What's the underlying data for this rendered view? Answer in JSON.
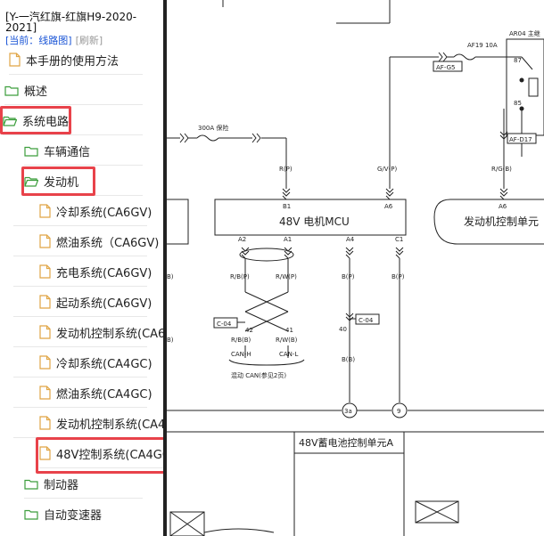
{
  "header": {
    "title": "[Y-一汽红旗-红旗H9-2020-2021]",
    "current_prefix": "[当前：",
    "current_page": "线路图",
    "current_suffix": "]",
    "refresh": "[刷新]"
  },
  "tree": [
    {
      "label": "本手册的使用方法",
      "icon": "document-icon"
    },
    {
      "label": "概述",
      "icon": "folder-icon"
    },
    {
      "label": "系统电路",
      "icon": "folder-open-icon"
    },
    {
      "label": "车辆通信",
      "icon": "folder-icon"
    },
    {
      "label": "发动机",
      "icon": "folder-open-icon"
    },
    {
      "label": "冷却系统(CA6GV)",
      "icon": "document-icon"
    },
    {
      "label": "燃油系统（CA6GV)",
      "icon": "document-icon"
    },
    {
      "label": "充电系统(CA6GV)",
      "icon": "document-icon"
    },
    {
      "label": "起动系统(CA6GV)",
      "icon": "document-icon"
    },
    {
      "label": "发动机控制系统(CA6",
      "icon": "document-icon"
    },
    {
      "label": "冷却系统(CA4GC)",
      "icon": "document-icon"
    },
    {
      "label": "燃油系统(CA4GC)",
      "icon": "document-icon"
    },
    {
      "label": "发动机控制系统(CA4",
      "icon": "document-icon"
    },
    {
      "label": "48V控制系统(CA4GC",
      "icon": "document-icon"
    },
    {
      "label": "制动器",
      "icon": "folder-icon"
    },
    {
      "label": "自动变速器",
      "icon": "folder-icon"
    }
  ],
  "diagram": {
    "mcu_label": "48V 电机MCU",
    "ecu_label": "发动机控制单元",
    "battery_label": "48V蓄电池控制单元A",
    "fuse_300a": "300A 保险",
    "fuse_af19": "AF19 10A",
    "relay_label": "AR04 主继",
    "relay_pin_87": "87",
    "relay_pin_85": "85",
    "conn_afg5": "AF-G5",
    "conn_afd17": "AF-D17",
    "conn_c04_a": "C-04",
    "conn_c04_b": "C-04",
    "wire_r_p": "R(P)",
    "wire_gv_p": "G/V(P)",
    "wire_rgb": "R/G(B)",
    "pin_b1": "B1",
    "pin_a6_mcu": "A6",
    "pin_a6_ecu": "A6",
    "pin_a2": "A2",
    "pin_a1": "A1",
    "pin_a4": "A4",
    "pin_c1": "C1",
    "wire_rb_p": "R/B(P)",
    "wire_rw_p": "R/W(P)",
    "wire_b_p1": "B(P)",
    "wire_b_p2": "B(P)",
    "wire_rb_b": "R/B(B)",
    "wire_rw_b": "R/W(B)",
    "wire_b_b": "B(B)",
    "pin_42": "42",
    "pin_41": "41",
    "pin_40": "40",
    "can_h": "CAN-H",
    "can_l": "CAN-L",
    "can_note": "混动 CAN(参见2页)",
    "node_3a": "3a",
    "node_9": "9",
    "left_cut_b1": "B)",
    "left_cut_b2": "B)"
  }
}
